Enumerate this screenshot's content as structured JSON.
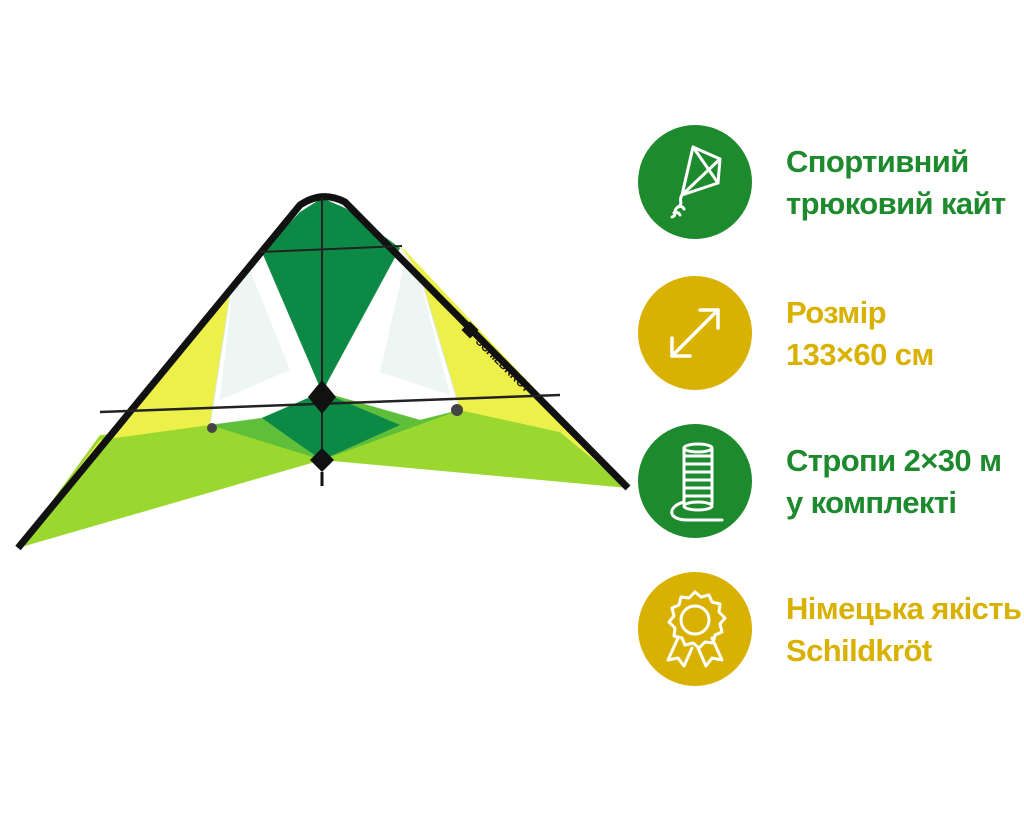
{
  "product": {
    "brand_on_kite": "SCHILDKRÖT",
    "image": "stunt-kite"
  },
  "colors": {
    "green": "#1e8a2e",
    "yellow": "#d9b100",
    "kite_dark_green": "#0c8a45",
    "kite_yellow": "#eef04a",
    "kite_lime": "#8cd12a"
  },
  "features": [
    {
      "icon": "kite-icon",
      "color": "green",
      "line1": "Спортивний",
      "line2": "трюковий кайт"
    },
    {
      "icon": "diagonal-arrow-icon",
      "color": "yellow",
      "line1": "Розмір",
      "line2": "133×60 см"
    },
    {
      "icon": "line-spool-icon",
      "color": "green",
      "line1": "Стропи 2×30 м",
      "line2": "у комплекті"
    },
    {
      "icon": "quality-rosette-icon",
      "color": "yellow",
      "line1": "Німецька якість",
      "line2": "Schildkröt"
    }
  ]
}
